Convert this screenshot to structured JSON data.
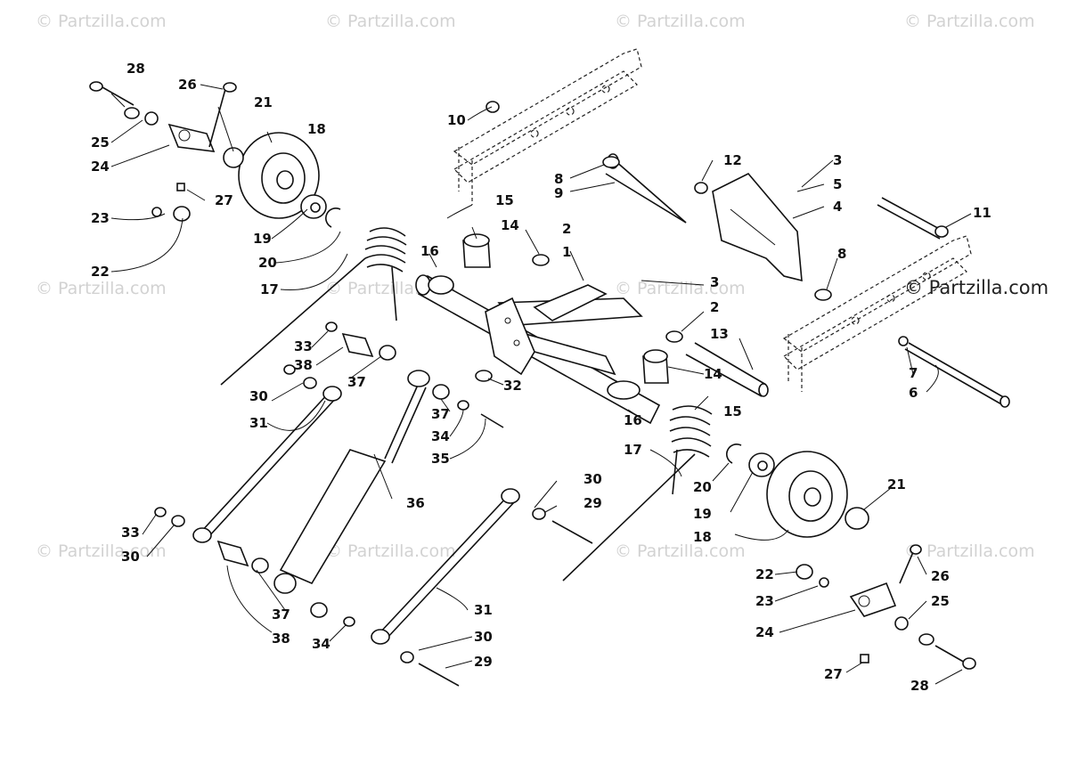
{
  "watermark": {
    "text": "© Partzilla.com",
    "featured_text": "© Partzilla.com"
  },
  "callouts": [
    "28",
    "26",
    "21",
    "18",
    "25",
    "24",
    "27",
    "23",
    "22",
    "19",
    "20",
    "17",
    "10",
    "8",
    "9",
    "15",
    "14",
    "2",
    "1",
    "16",
    "3",
    "3",
    "5",
    "4",
    "12",
    "11",
    "8",
    "2",
    "13",
    "33",
    "38",
    "37",
    "30",
    "31",
    "32",
    "37",
    "34",
    "35",
    "36",
    "14",
    "15",
    "16",
    "17",
    "20",
    "19",
    "18",
    "21",
    "30",
    "29",
    "33",
    "30",
    "37",
    "38",
    "34",
    "31",
    "30",
    "29",
    "22",
    "23",
    "26",
    "25",
    "24",
    "27",
    "28",
    "7",
    "6"
  ]
}
